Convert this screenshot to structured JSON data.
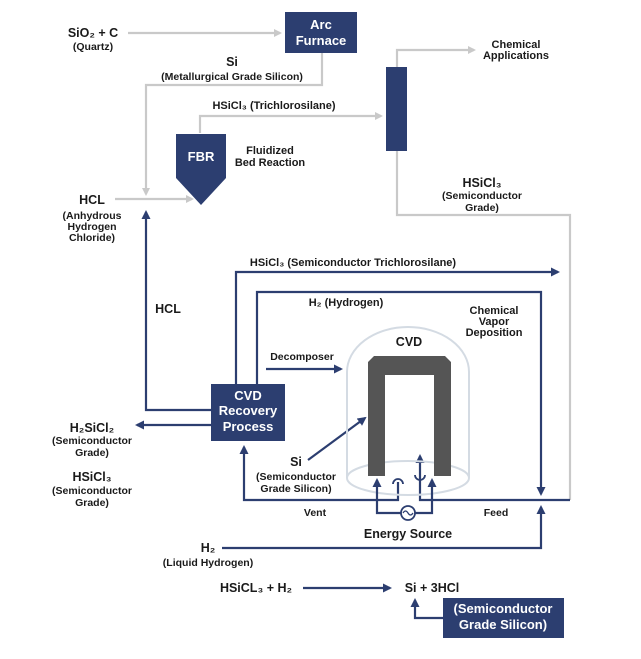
{
  "colors": {
    "navy": "#2c3e70",
    "gray_line": "#c9c9c9",
    "filament": "#555555",
    "jar": "#d4dbe3"
  },
  "inputs": {
    "sio2": "SiO₂ + C",
    "quartz": "(Quartz)"
  },
  "arc_furnace": {
    "line1": "Arc",
    "line2": "Furnace"
  },
  "mg_si": {
    "line1": "Si",
    "line2": "(Metallurgical Grade Silicon)"
  },
  "tcs": "HSiCl₃ (Trichlorosilane)",
  "fbr": {
    "label": "FBR",
    "desc1": "Fluidized",
    "desc2": "Bed Reaction"
  },
  "chem_apps": {
    "line1": "Chemical",
    "line2": "Applications"
  },
  "hsicl3_sg": {
    "line1": "HSiCl₃",
    "line2": "(Semiconductor",
    "line3": "Grade)"
  },
  "hcl_in": {
    "line1": "HCL",
    "line2": "(Anhydrous",
    "line3": "Hydrogen",
    "line4": "Chloride)"
  },
  "hcl_recycle": "HCL",
  "semi_tcs": "HSiCl₃ (Semiconductor Trichlorosilane)",
  "h2_hydrogen": "H₂ (Hydrogen)",
  "cvd_desc": {
    "line1": "Chemical",
    "line2": "Vapor",
    "line3": "Deposition"
  },
  "decomposer": "Decomposer",
  "cvd": "CVD",
  "recovery": {
    "line1": "CVD",
    "line2": "Recovery",
    "line3": "Process"
  },
  "h2sicl2": {
    "line1": "H₂SiCl₂",
    "line2": "(Semiconductor",
    "line3": "Grade)"
  },
  "hsicl3_out": {
    "line1": "HSiCl₃",
    "line2": "(Semiconductor",
    "line3": "Grade)"
  },
  "si_semi": {
    "line1": "Si",
    "line2": "(Semiconductor",
    "line3": "Grade Silicon)"
  },
  "vent": "Vent",
  "feed": "Feed",
  "energy_source": "Energy Source",
  "liquid_h2": {
    "line1": "H₂",
    "line2": "(Liquid Hydrogen)"
  },
  "equation": {
    "left": "HSiCL₃ + H₂",
    "right": "Si + 3HCl"
  },
  "semi_grade_box": {
    "line1": "(Semiconductor",
    "line2": "Grade Silicon)"
  }
}
